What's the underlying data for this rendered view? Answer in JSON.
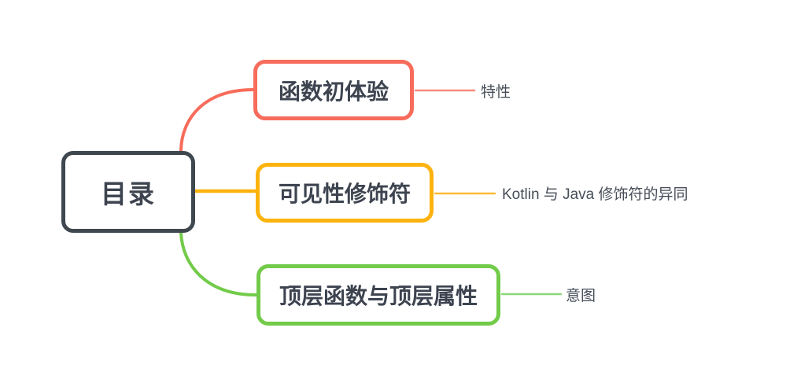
{
  "colors": {
    "root-border": "#3f474f",
    "text": "#3d4450",
    "caption-text": "#474e59",
    "red": "#f76c5b",
    "red-light": "#f9897b",
    "yellow": "#fcb30e",
    "yellow-light": "#fcba37",
    "green": "#72cb49",
    "green-light": "#8bd878"
  },
  "mindmap": {
    "root": {
      "label": "目录"
    },
    "branches": [
      {
        "label": "函数初体验",
        "child": "特性"
      },
      {
        "label": "可见性修饰符",
        "child": "Kotlin 与 Java 修饰符的异同"
      },
      {
        "label": "顶层函数与顶层属性",
        "child": "意图"
      }
    ]
  }
}
